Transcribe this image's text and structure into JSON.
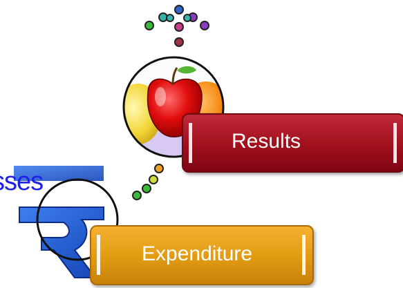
{
  "labels": {
    "results": "Results",
    "expenditure": "Expenditure",
    "clipped_text": "sses"
  },
  "icons": {
    "fruit": "fruit-bowl-icon",
    "currency": "rupee-icon"
  },
  "colors": {
    "results_box": "#a00f1c",
    "expenditure_box": "#e19b12",
    "clipped_text": "#1e22e6",
    "dot_green": "#3cb83c",
    "dot_teal": "#32b4a0",
    "dot_blue": "#3264c8",
    "dot_purple": "#8c3cbe",
    "dot_magenta": "#c83c8c",
    "dot_maroon": "#a03246",
    "dot_orange": "#f0a028",
    "dot_yellow": "#d2dc3c"
  }
}
